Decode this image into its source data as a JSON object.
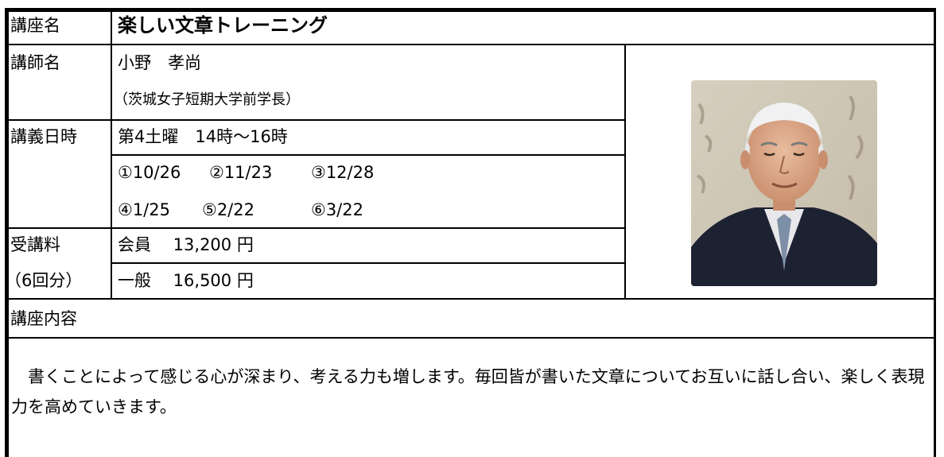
{
  "rows": {
    "course": {
      "label": "講座名",
      "value": "楽しい文章トレーニング"
    },
    "instructor": {
      "label": "講師名",
      "name": "小野　孝尚",
      "title": "（茨城女子短期大学前学長）"
    },
    "schedule": {
      "label": "講義日時",
      "time": "第4土曜　14時～16時",
      "dates": [
        "①10/26",
        "②11/23",
        "③12/28",
        "④1/25",
        "⑤2/22",
        "⑥3/22"
      ]
    },
    "fee": {
      "label_line1": "受講料",
      "label_line2": "（6回分）",
      "member": "会員　 13,200 円",
      "general": "一般　 16,500 円"
    },
    "content": {
      "label": "講座内容",
      "text": "書くことによって感じる心が深まり、考える力も増します。毎回皆が書いた文章についてお互いに話し合い、楽しく表現力を高めていきます。"
    }
  }
}
